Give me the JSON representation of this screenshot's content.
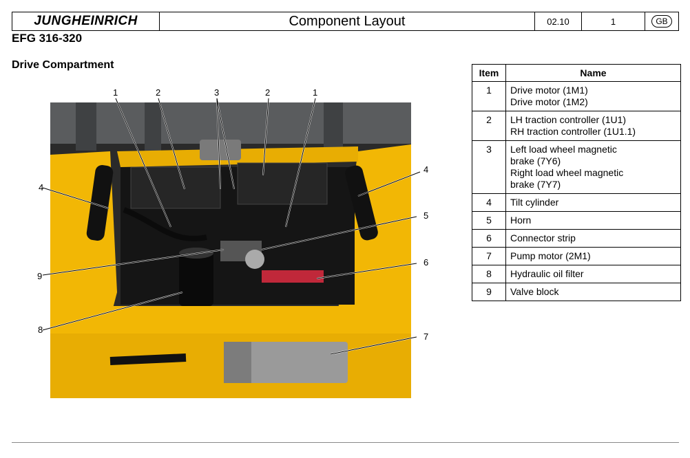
{
  "header": {
    "brand": "JUNGHEINRICH",
    "title": "Component Layout",
    "date": "02.10",
    "page": "1",
    "lang": "GB"
  },
  "model": "EFG 316-320",
  "section_title": "Drive Compartment",
  "callouts": {
    "top": [
      "1",
      "2",
      "3",
      "2",
      "1"
    ],
    "left_4": "4",
    "right_4": "4",
    "c5": "5",
    "c6": "6",
    "c7": "7",
    "c8": "8",
    "c9": "9"
  },
  "table": {
    "col_item": "Item",
    "col_name": "Name",
    "rows": [
      {
        "item": "1",
        "lines": [
          "Drive motor (1M1)",
          "Drive motor (1M2)"
        ]
      },
      {
        "item": "2",
        "lines": [
          "LH traction controller (1U1)",
          "RH traction controller (1U1.1)"
        ]
      },
      {
        "item": "3",
        "lines": [
          "Left load wheel magnetic",
          "brake (7Y6)",
          "Right load wheel magnetic",
          "brake (7Y7)"
        ]
      },
      {
        "item": "4",
        "lines": [
          "Tilt cylinder"
        ]
      },
      {
        "item": "5",
        "lines": [
          "Horn"
        ]
      },
      {
        "item": "6",
        "lines": [
          "Connector strip"
        ]
      },
      {
        "item": "7",
        "lines": [
          "Pump motor (2M1)"
        ]
      },
      {
        "item": "8",
        "lines": [
          "Hydraulic oil filter"
        ]
      },
      {
        "item": "9",
        "lines": [
          "Valve block"
        ]
      }
    ]
  },
  "colors": {
    "truck_yellow": "#f2b705",
    "shadow": "#1b1b1b",
    "motor_grey": "#9a9a9a"
  }
}
